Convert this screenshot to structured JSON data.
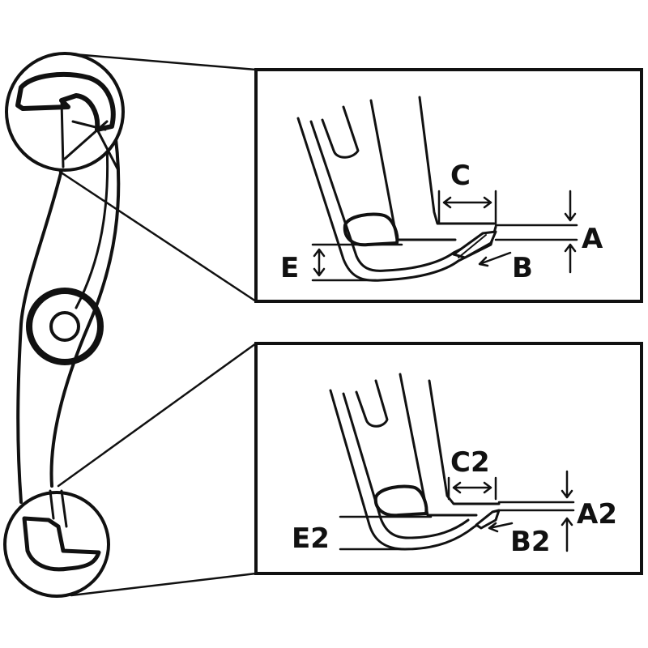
{
  "diagram": {
    "upper_detail": {
      "labels": {
        "a": "A",
        "b": "B",
        "c": "C",
        "e": "E"
      }
    },
    "lower_detail": {
      "labels": {
        "a": "A2",
        "b": "B2",
        "c": "C2",
        "e": "E2"
      }
    },
    "colors": {
      "ink": "#111111",
      "background": "#ffffff"
    }
  }
}
